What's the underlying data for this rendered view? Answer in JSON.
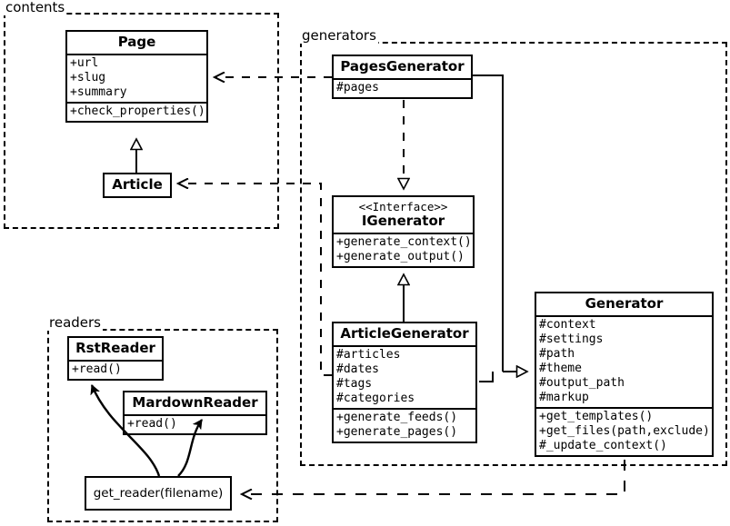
{
  "diagram": {
    "title": "Pelican UML class diagram",
    "kind": "uml-class-diagram",
    "background": "#ffffff",
    "line_color": "#000000"
  },
  "packages": [
    {
      "id": "contents",
      "label": "contents"
    },
    {
      "id": "generators",
      "label": "generators"
    },
    {
      "id": "readers",
      "label": "readers"
    }
  ],
  "classes": {
    "page": {
      "name": "Page",
      "stereotype": "",
      "attributes": [
        "+url",
        "+slug",
        "+summary"
      ],
      "operations": [
        "+check_properties()"
      ]
    },
    "article": {
      "name": "Article",
      "stereotype": "",
      "attributes": [],
      "operations": []
    },
    "pages_generator": {
      "name": "PagesGenerator",
      "stereotype": "",
      "attributes": [
        "#pages"
      ],
      "operations": []
    },
    "igenerator": {
      "name": "IGenerator",
      "stereotype": "<<Interface>>",
      "attributes": [],
      "operations": [
        "+generate_context()",
        "+generate_output()"
      ]
    },
    "article_generator": {
      "name": "ArticleGenerator",
      "stereotype": "",
      "attributes": [
        "#articles",
        "#dates",
        "#tags",
        "#categories"
      ],
      "operations": [
        "+generate_feeds()",
        "+generate_pages()"
      ]
    },
    "generator": {
      "name": "Generator",
      "stereotype": "",
      "attributes": [
        "#context",
        "#settings",
        "#path",
        "#theme",
        "#output_path",
        "#markup"
      ],
      "operations": [
        "+get_templates()",
        "+get_files(path,exclude)",
        "#_update_context()"
      ]
    },
    "rst_reader": {
      "name": "RstReader",
      "stereotype": "",
      "attributes": [],
      "operations": [
        "+read()"
      ]
    },
    "mardown_reader": {
      "name": "MardownReader",
      "stereotype": "",
      "attributes": [],
      "operations": [
        "+read()"
      ]
    },
    "get_reader": {
      "name": "get_reader(filename)"
    }
  },
  "relationships": [
    {
      "from": "article",
      "to": "page",
      "type": "generalization"
    },
    {
      "from": "pages_generator",
      "to": "igenerator",
      "type": "realization"
    },
    {
      "from": "article_generator",
      "to": "igenerator",
      "type": "generalization"
    },
    {
      "from": "pages_generator",
      "to": "generator",
      "type": "generalization"
    },
    {
      "from": "article_generator",
      "to": "generator",
      "type": "generalization"
    },
    {
      "from": "pages_generator",
      "to": "page",
      "type": "dependency"
    },
    {
      "from": "article_generator",
      "to": "article",
      "type": "dependency"
    },
    {
      "from": "generator",
      "to": "get_reader",
      "type": "dependency"
    },
    {
      "from": "get_reader",
      "to": "rst_reader",
      "type": "association"
    },
    {
      "from": "get_reader",
      "to": "mardown_reader",
      "type": "association"
    }
  ]
}
